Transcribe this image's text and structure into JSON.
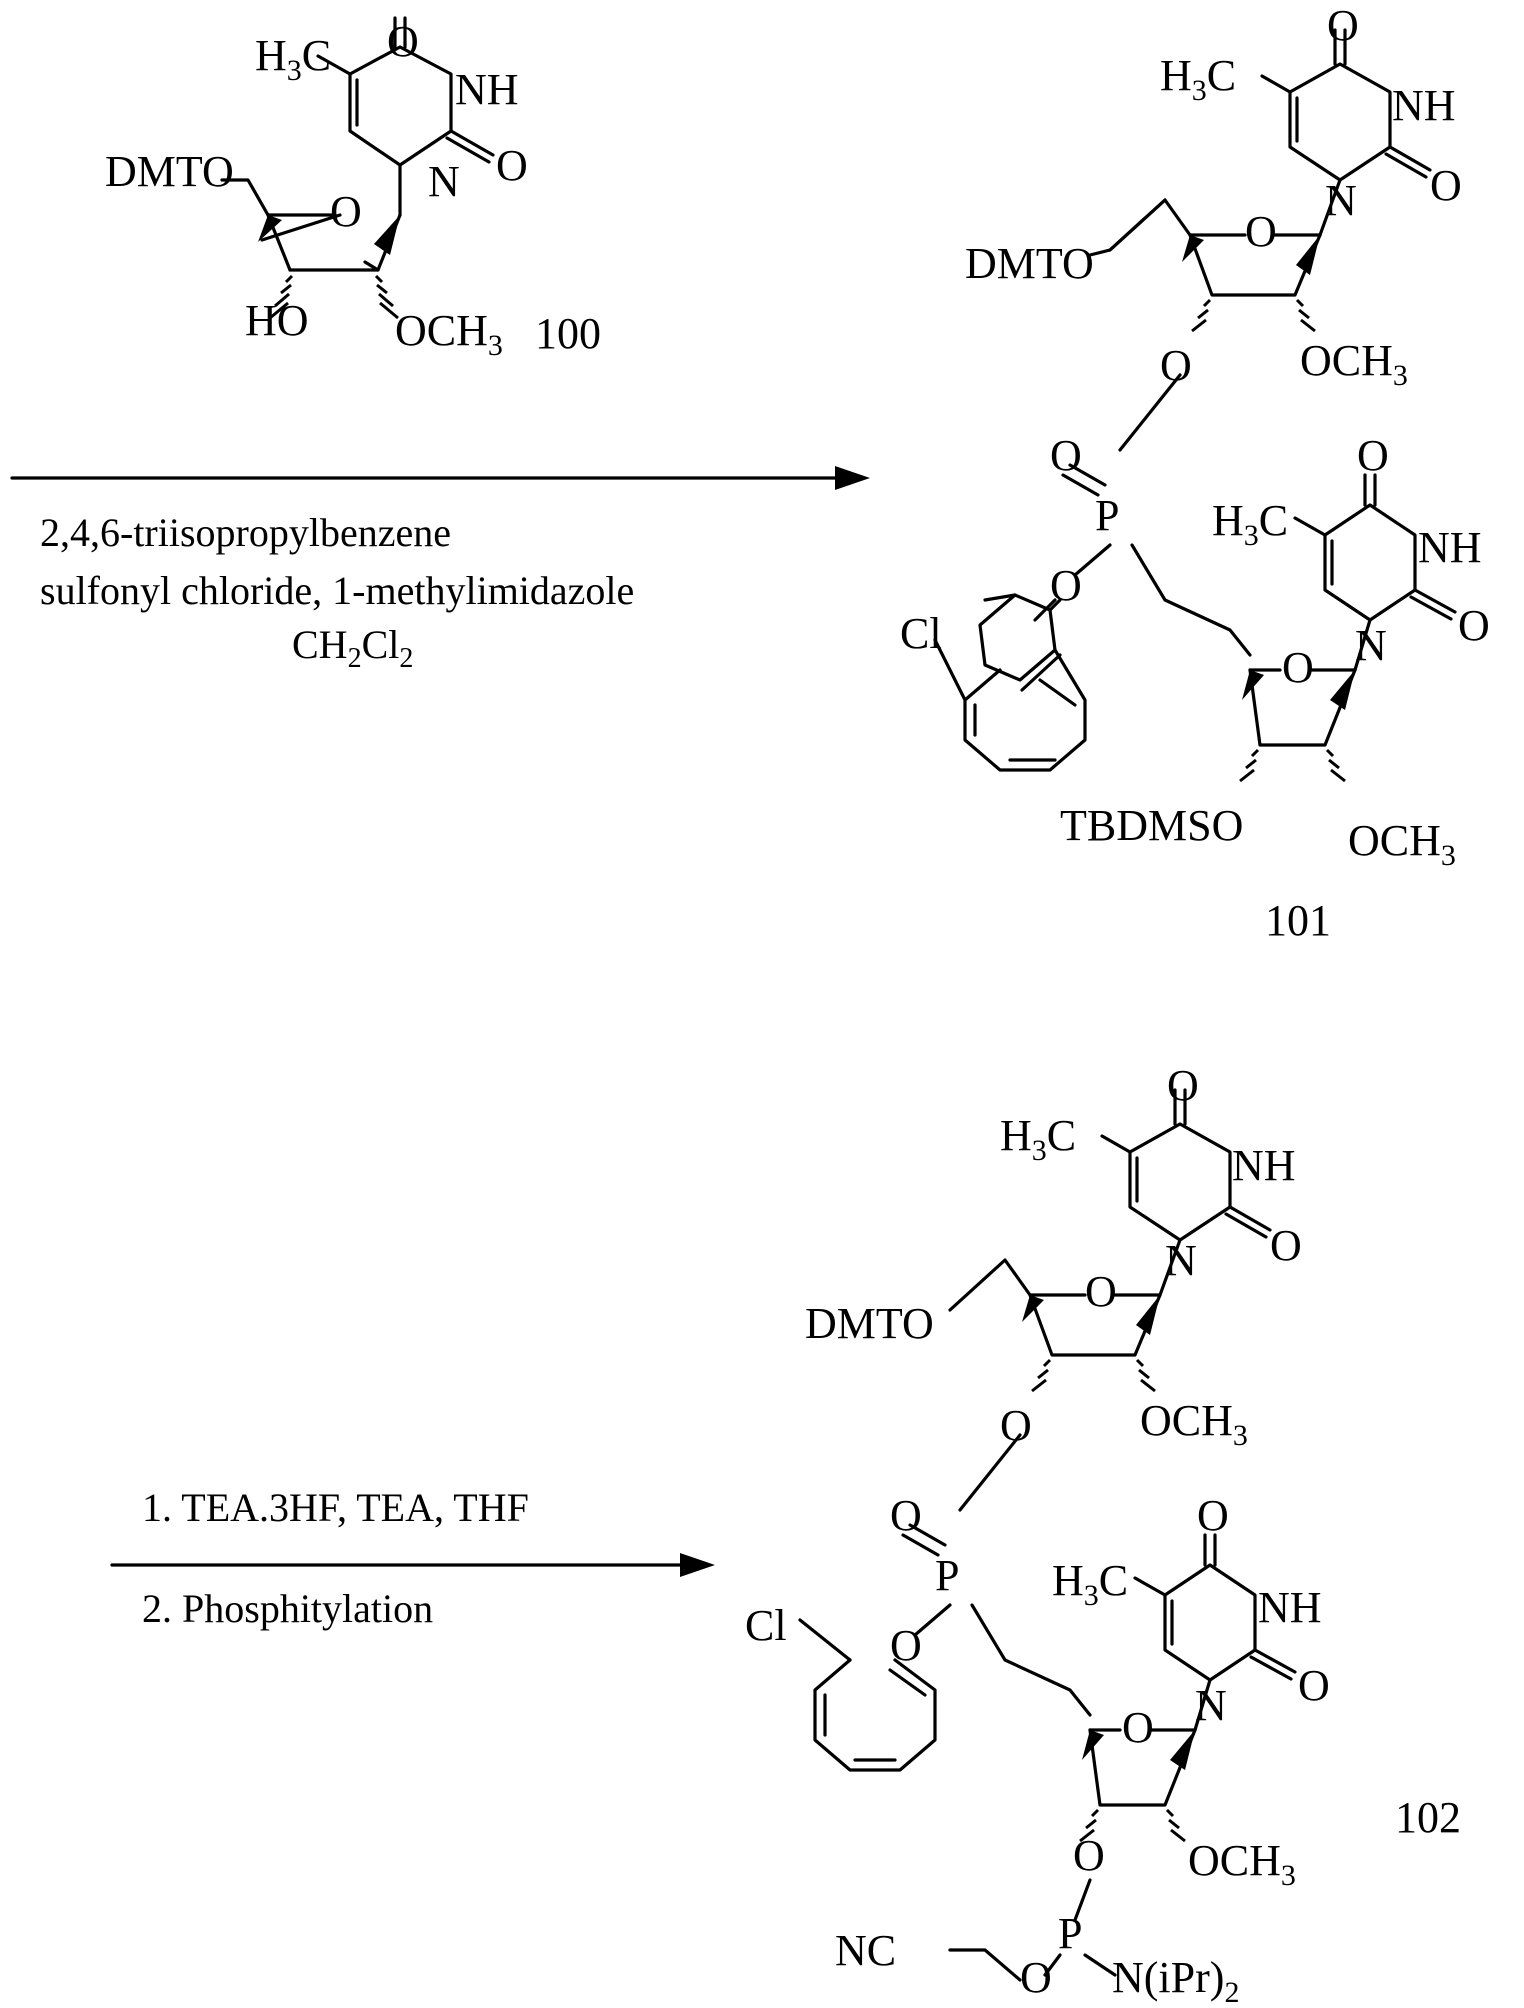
{
  "compounds": [
    {
      "number": "100",
      "labels": {
        "o4": "O",
        "ch3": "H3C",
        "nh": "NH",
        "o2": "O",
        "n1": "N",
        "dmto": "DMTO",
        "ring_o": "O",
        "oh": "HO",
        "och3": "OCH3"
      }
    },
    {
      "number": "101",
      "labels": {
        "top_o4": "O",
        "top_ch3": "H3C",
        "top_nh": "NH",
        "top_o2": "O",
        "top_n1": "N",
        "dmto": "DMTO",
        "top_ring_o": "O",
        "o3": "O",
        "top_och3": "OCH3",
        "p_o": "O",
        "p": "P",
        "p_oar": "O",
        "cl": "Cl",
        "bot_o4": "O",
        "bot_ch3": "H3C",
        "bot_nh": "NH",
        "bot_o2": "O",
        "bot_n1": "N",
        "bot_ring_o": "O",
        "tbdmso": "TBDMSO",
        "bot_och3": "OCH3"
      }
    },
    {
      "number": "102",
      "labels": {
        "top_o4": "O",
        "top_ch3": "H3C",
        "top_nh": "NH",
        "top_o2": "O",
        "top_n1": "N",
        "dmto": "DMTO",
        "top_ring_o": "O",
        "o3": "O",
        "top_och3": "OCH3",
        "p_o": "O",
        "p": "P",
        "p_oar": "O",
        "cl": "Cl",
        "bot_o4": "O",
        "bot_ch3": "H3C",
        "bot_nh": "NH",
        "bot_o2": "O",
        "bot_n1": "N",
        "bot_ring_o": "O",
        "o3b": "O",
        "bot_och3": "OCH3",
        "nc": "NC",
        "o_link": "O",
        "p3": "P",
        "niPr2": "N(iPr)2"
      }
    }
  ],
  "reactions": [
    {
      "conditions": [
        "2,4,6-triisopropylbenzene",
        "sulfonyl chloride, 1-methylimidazole",
        "CH2Cl2"
      ]
    },
    {
      "conditions": [
        "1.  TEA.3HF, TEA, THF",
        "2.  Phosphitylation"
      ]
    }
  ]
}
